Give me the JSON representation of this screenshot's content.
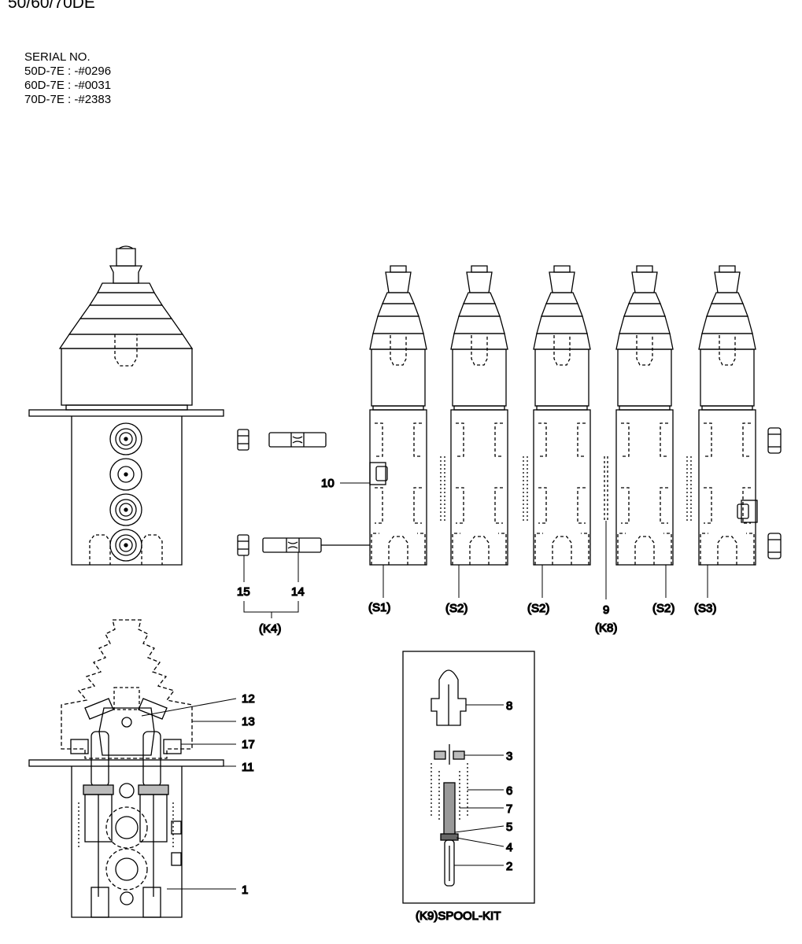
{
  "header": {
    "model_title": "50/60/70DE",
    "serial_heading": "SERIAL NO.",
    "serials": [
      "50D-7E : -#0296",
      "60D-7E : -#0031",
      "70D-7E : -#2383"
    ]
  },
  "callouts": {
    "part_10": "10",
    "part_15": "15",
    "part_14": "14",
    "kit_k4": "(K4)",
    "s1": "(S1)",
    "s2_a": "(S2)",
    "s2_b": "(S2)",
    "part_9": "9",
    "kit_k8": "(K8)",
    "s2_c": "(S2)",
    "s3": "(S3)",
    "part_12": "12",
    "part_13": "13",
    "part_17": "17",
    "part_11": "11",
    "part_1": "1",
    "part_8": "8",
    "part_3": "3",
    "part_6": "6",
    "part_7": "7",
    "part_5": "5",
    "part_4": "4",
    "part_2": "2",
    "spool_kit": "(K9)SPOOL-KIT"
  }
}
